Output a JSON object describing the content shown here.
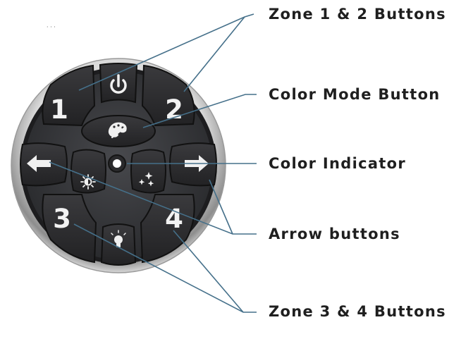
{
  "labels": {
    "zone12": "Zone 1 & 2 Buttons",
    "color_mode": "Color Mode Button",
    "color_indicator": "Color Indicator",
    "arrows": "Arrow buttons",
    "zone34": "Zone 3 & 4 Buttons"
  },
  "buttons": {
    "zone1": "1",
    "zone2": "2",
    "zone3": "3",
    "zone4": "4"
  },
  "icons": {
    "power": "power-icon",
    "palette": "palette-icon",
    "indicator": "indicator-light",
    "left": "left-arrow-icon",
    "right": "right-arrow-icon",
    "brightness": "brightness-icon",
    "sparkle": "sparkle-icon",
    "bulb": "lightbulb-icon"
  },
  "colors": {
    "leader_line": "#45708a",
    "label_text": "#1f1f1f",
    "button_face": "#2b2b2d",
    "panel": "#3c3d40"
  }
}
